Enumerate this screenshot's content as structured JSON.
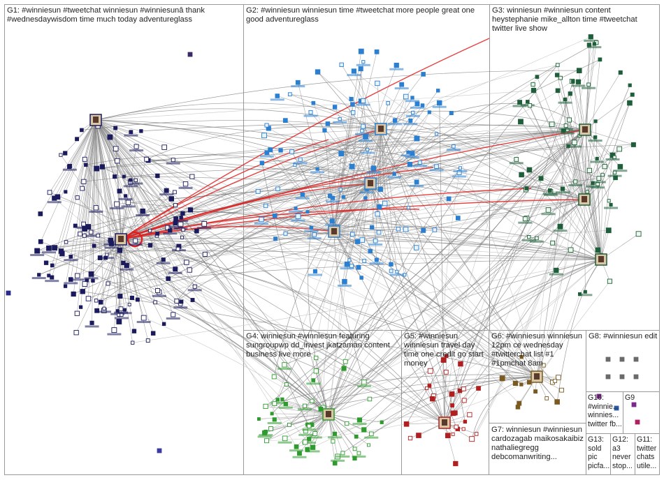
{
  "graph": {
    "colors": {
      "edge": "#8c8c8c",
      "edge_light": "#c8c8c8",
      "edge_highlight": "#e02020",
      "border": "#9a9a9a",
      "node_g1": "#1a1a5c",
      "node_g2": "#2a7fd0",
      "node_g3": "#1e5e3a",
      "node_g4": "#2f9b2f",
      "node_g5": "#b02020"
    },
    "groups": [
      {
        "id": "G1",
        "label": "G1: #winniesun #tweetchat winniesun #winniesunâ thank #wednesdaywisdom time much today adventureglass"
      },
      {
        "id": "G2",
        "label": "G2: #winniesun winniesun time #tweetchat more people great one good adventureglass"
      },
      {
        "id": "G3",
        "label": "G3: winniesun #winniesun content heystephanie mike_allton time #tweetchat twitter live show"
      },
      {
        "id": "G4",
        "label": "G4: winniesun #winniesun featuring sungroupwp dd_invest jkatzaman content business live more"
      },
      {
        "id": "G5",
        "label": "G5: #winniesun winniesun travel day time one credit go start money"
      },
      {
        "id": "G6",
        "label": "G6: #winniesun winniesun 12pm ce wednesday #twitterchat list #1 #1pmchat 8am"
      },
      {
        "id": "G7",
        "label": "G7: winniesun #winniesun cardozagab maikosakaibiz nathaliegregg debcomanwriting..."
      },
      {
        "id": "G8",
        "label": "G8: #winniesun edit"
      },
      {
        "id": "G9",
        "label": "G9"
      },
      {
        "id": "G10",
        "label": "G10: #winnie... winnies... twitter fb..."
      },
      {
        "id": "G11",
        "label": "G11: twitter chats utile..."
      },
      {
        "id": "G12",
        "label": "G12: a3 never stop..."
      },
      {
        "id": "G13",
        "label": "G13: sold pic picfa..."
      }
    ]
  }
}
